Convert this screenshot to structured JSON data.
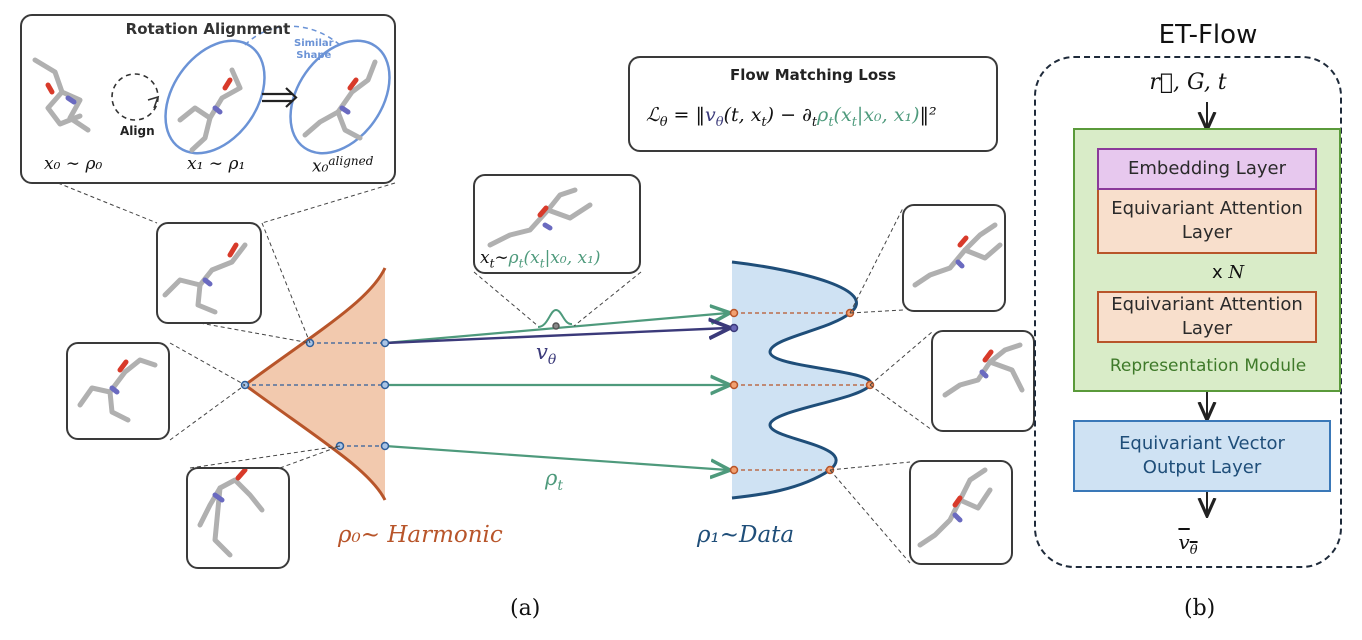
{
  "left_panel": {
    "rotation_box": {
      "title": "Rotation Alignment",
      "align_label": "Align",
      "similar_shape_label": "Similar\nShape",
      "x0_label": "x₀ ∼ ρ₀",
      "x1_label": "x₁ ∼ ρ₁",
      "x0_aligned_label": "x₀",
      "aligned_superscript": "aligned"
    },
    "loss_box": {
      "title": "Flow Matching Loss",
      "formula_lhs": "ℒ",
      "formula_lhs_sub": "θ",
      "formula_eq": " = ‖",
      "formula_v": "v",
      "formula_v_sub": "θ",
      "formula_args": "(t, x",
      "formula_args_sub": "t",
      "formula_minus": ") − ∂",
      "formula_dt_sub": "t",
      "formula_rho": "ρ",
      "formula_rho_sub": "t",
      "formula_rho_args": "(x",
      "formula_rho_args_sub": "t",
      "formula_rho_rest": "|x₀, x₁)",
      "formula_close": "‖²"
    },
    "xt_label": "x",
    "xt_sub": "t",
    "xt_tilde": "∼",
    "xt_rho": "ρ",
    "xt_rho_sub": "t",
    "xt_rho_args": "(x",
    "xt_rho_args_sub": "t",
    "xt_rho_rest": "|x₀, x₁)",
    "v_theta_label": "v",
    "v_theta_sub": "θ",
    "rho_t_label": "ρ",
    "rho_t_sub": "t",
    "harmonic_label": "ρ₀∼ Harmonic",
    "data_label": "ρ₁∼Data",
    "caption": "(a)"
  },
  "right_panel": {
    "title": "ET-Flow",
    "inputs": "r⃗, G, t",
    "embedding_layer": "Embedding Layer",
    "attention_layer_1": "Equivariant Attention Layer",
    "repeat_label": "x",
    "repeat_var": "N",
    "attention_layer_2": "Equivariant Attention Layer",
    "representation_module": "Representation Module",
    "output_layer": "Equivariant Vector Output Layer",
    "output": "v",
    "output_sub": "θ",
    "caption": "(b)"
  },
  "colors": {
    "harmonic": "#b8552a",
    "harmonic_fill": "#f2c9ae",
    "data": "#1f4e79",
    "data_fill": "#cfe2f3",
    "flow_green": "#4e9a7c",
    "v_theta": "#3b3a7a",
    "box_blue": "#6b93d6",
    "embedding_fill": "#e7c8ee",
    "embedding_border": "#8b3a9a",
    "attention_fill": "#f8dfcc",
    "attention_border": "#b8552a",
    "module_fill": "#d9ecc8",
    "module_border": "#5a9a3a",
    "output_fill": "#cfe2f3",
    "output_border": "#3a78b8"
  }
}
